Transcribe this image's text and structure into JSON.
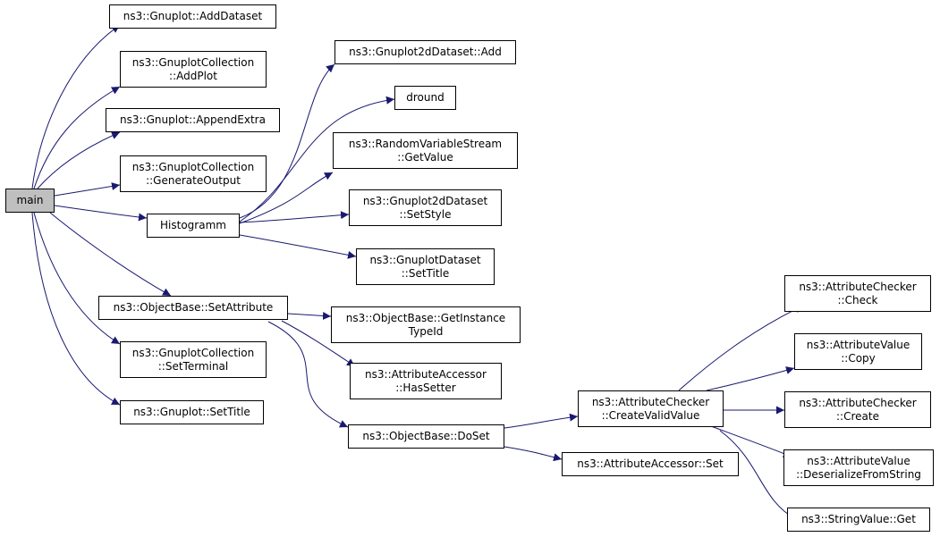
{
  "colors": {
    "edge": "#191970",
    "root_fill": "#bfbfbf",
    "node_fill": "#ffffff",
    "border": "#000000"
  },
  "nodes": {
    "main": [
      "main"
    ],
    "add_dataset": [
      "ns3::Gnuplot::AddDataset"
    ],
    "add_plot": [
      "ns3::GnuplotCollection",
      "::AddPlot"
    ],
    "append_extra": [
      "ns3::Gnuplot::AppendExtra"
    ],
    "generate_output": [
      "ns3::GnuplotCollection",
      "::GenerateOutput"
    ],
    "histogramm": [
      "Histogramm"
    ],
    "set_attribute": [
      "ns3::ObjectBase::SetAttribute"
    ],
    "set_terminal": [
      "ns3::GnuplotCollection",
      "::SetTerminal"
    ],
    "gnuplot_set_title": [
      "ns3::Gnuplot::SetTitle"
    ],
    "g2d_add": [
      "ns3::Gnuplot2dDataset::Add"
    ],
    "dround": [
      "dround"
    ],
    "rvs_get_value": [
      "ns3::RandomVariableStream",
      "::GetValue"
    ],
    "g2d_set_style": [
      "ns3::Gnuplot2dDataset",
      "::SetStyle"
    ],
    "gds_set_title": [
      "ns3::GnuplotDataset",
      "::SetTitle"
    ],
    "get_instance_typeid": [
      "ns3::ObjectBase::GetInstance",
      "TypeId"
    ],
    "has_setter": [
      "ns3::AttributeAccessor",
      "::HasSetter"
    ],
    "do_set": [
      "ns3::ObjectBase::DoSet"
    ],
    "create_valid_value": [
      "ns3::AttributeChecker",
      "::CreateValidValue"
    ],
    "accessor_set": [
      "ns3::AttributeAccessor::Set"
    ],
    "checker_check": [
      "ns3::AttributeChecker",
      "::Check"
    ],
    "value_copy": [
      "ns3::AttributeValue",
      "::Copy"
    ],
    "checker_create": [
      "ns3::AttributeChecker",
      "::Create"
    ],
    "deserialize": [
      "ns3::AttributeValue",
      "::DeserializeFromString"
    ],
    "string_get": [
      "ns3::StringValue::Get"
    ]
  }
}
